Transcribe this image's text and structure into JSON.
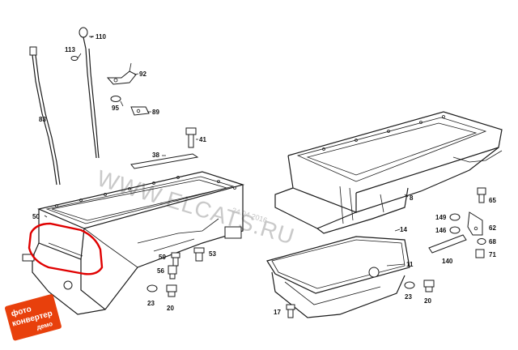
{
  "labels": {
    "l110": "110",
    "l113": "113",
    "l92": "92",
    "l95": "95",
    "l89": "89",
    "l83": "83",
    "l41": "41",
    "l38": "38",
    "l8": "8",
    "l50": "50",
    "l65": "65",
    "l149": "149",
    "l62": "62",
    "l146": "146",
    "l68": "68",
    "l14": "14",
    "l140": "140",
    "l71": "71",
    "l59": "59",
    "l53": "53",
    "l56": "56",
    "l11": "11",
    "l23a": "23",
    "l20a": "20",
    "l23b": "23",
    "l20b": "20",
    "l17": "17"
  },
  "watermark": {
    "text": "WWW.ELCATS.RU",
    "date": "24.04.2016"
  },
  "badge": {
    "line1": "фото",
    "line2": "конвертер",
    "line3": "демо"
  },
  "colors": {
    "highlight": "#e00000",
    "badge": "#e8400c",
    "ink": "#1b1b1b"
  }
}
